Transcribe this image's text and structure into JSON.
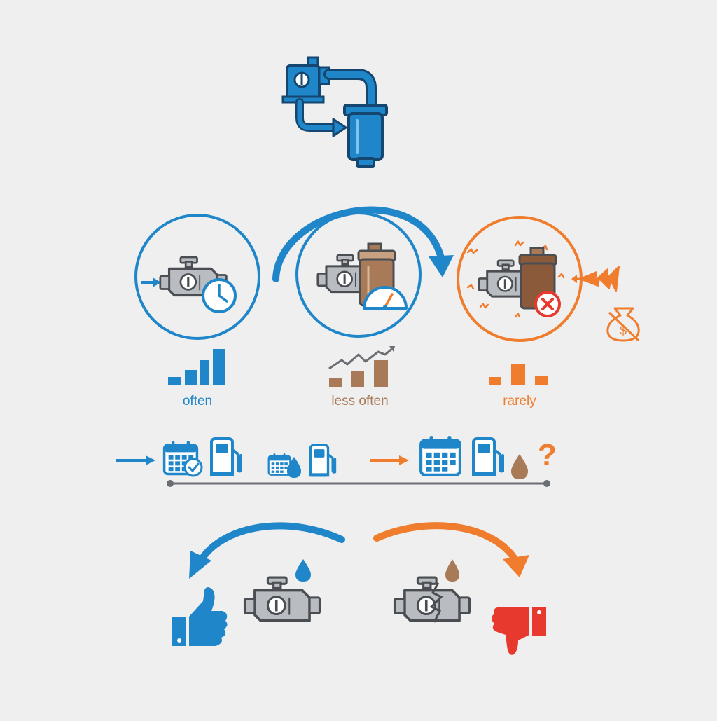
{
  "colors": {
    "blue": "#1f86c9",
    "blue_dark": "#14466f",
    "brown": "#a87a58",
    "orange": "#ef7d2d",
    "red": "#e8392f",
    "gray": "#b9bcc0",
    "outline": "#4a4d52",
    "timeline": "#6b6e73",
    "background": "#efefef"
  },
  "stages": [
    {
      "label": "often",
      "color": "#1f86c9"
    },
    {
      "label": "less often",
      "color": "#a87a58"
    },
    {
      "label": "rarely",
      "color": "#ef7d2d"
    }
  ],
  "icons": {
    "top": [
      "fuel-pump-icon",
      "fuel-filter-icon",
      "pipe-arrow-icon"
    ],
    "stage_often": [
      "engine-icon",
      "clock-icon",
      "arrow-right-icon",
      "bar-chart-icon"
    ],
    "stage_less_often": [
      "engine-icon",
      "dirty-filter-icon",
      "gauge-icon",
      "trend-chart-icon"
    ],
    "stage_rarely": [
      "engine-icon",
      "clogged-filter-icon",
      "error-x-icon",
      "lightning-icon",
      "no-money-bag-icon",
      "bar-chart-icon"
    ],
    "timeline": [
      "calendar-check-icon",
      "fuel-station-icon",
      "calendar-icon",
      "fuel-drop-icon",
      "question-mark-icon"
    ],
    "outcomes": [
      "clean-engine-icon",
      "damaged-engine-icon",
      "thumbs-up-icon",
      "thumbs-down-icon"
    ]
  },
  "timeline_question": "?"
}
